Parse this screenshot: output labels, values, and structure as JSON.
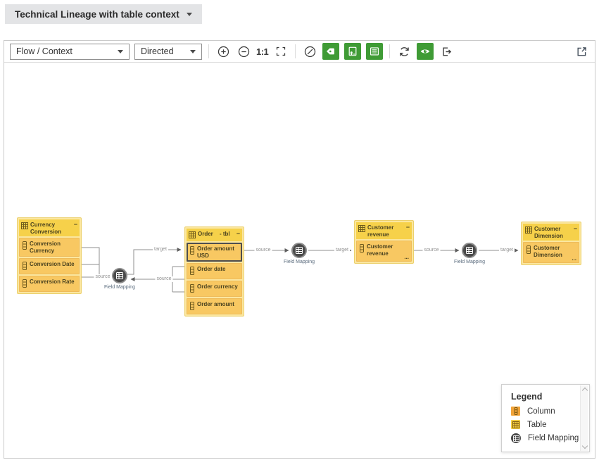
{
  "header": {
    "title": "Technical Lineage with table context"
  },
  "toolbar": {
    "view_select": {
      "value": "Flow / Context"
    },
    "direction_select": {
      "value": "Directed"
    },
    "zoom_reset_label": "1:1",
    "icons": {
      "zoom_in": "zoom-in-icon",
      "zoom_out": "zoom-out-icon",
      "actual_size": "1:1",
      "fit_screen": "fit-screen-icon",
      "circle_slash": "circle-slash-icon",
      "tag": "tag-icon",
      "asset_page": "asset-page-icon",
      "list": "list-view-icon",
      "refresh": "refresh-icon",
      "eye": "eye-icon",
      "export": "export-icon",
      "open_in_new": "open-in-new-icon"
    }
  },
  "colors": {
    "accent_green": "#3f9b35",
    "table_header_yellow": "#f6d14a",
    "column_row_orange": "#f8c862",
    "node_container_yellow": "#fbe7a0",
    "field_mapping_gray": "#4a4a4a",
    "edge_gray": "#8f8f8f",
    "legend_column_orange": "#f2a439",
    "legend_table_yellow": "#f6cf42"
  },
  "diagram": {
    "edge_labels": {
      "source": "source",
      "target": "target"
    },
    "tables": [
      {
        "title": "Currency Conversion",
        "collapse": "−",
        "columns": [
          {
            "name": "Conversion Currency"
          },
          {
            "name": "Conversion Date"
          },
          {
            "name": "Conversion Rate"
          }
        ]
      },
      {
        "title": "Order",
        "title_suffix": "- tbl",
        "collapse": "−",
        "columns": [
          {
            "name": "Order amount USD",
            "selected": true
          },
          {
            "name": "Order date"
          },
          {
            "name": "Order currency"
          },
          {
            "name": "Order amount"
          }
        ]
      },
      {
        "title": "Customer revenue",
        "collapse": "−",
        "columns": [
          {
            "name": "Customer revenue",
            "ellipsis": "..."
          }
        ]
      },
      {
        "title": "Customer Dimension",
        "collapse": "−",
        "columns": [
          {
            "name": "Customer Dimension",
            "ellipsis": "..."
          }
        ]
      }
    ],
    "field_mappings": [
      {
        "label": "Field Mapping"
      },
      {
        "label": "Field Mapping"
      },
      {
        "label": "Field Mapping"
      }
    ]
  },
  "legend": {
    "title": "Legend",
    "items": [
      {
        "icon": "column-icon",
        "label": "Column"
      },
      {
        "icon": "table-icon",
        "label": "Table"
      },
      {
        "icon": "field-mapping-icon",
        "label": "Field Mapping"
      }
    ]
  }
}
